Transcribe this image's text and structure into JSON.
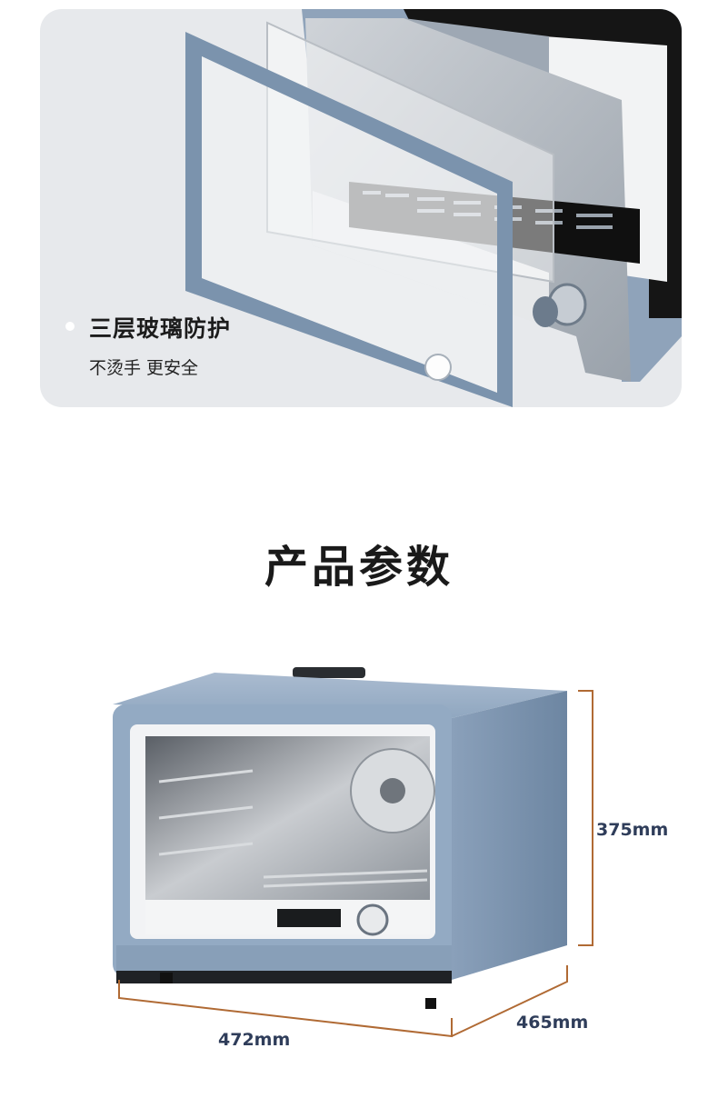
{
  "feature": {
    "title": "三层玻璃防护",
    "subtitle": "不烫手 更安全"
  },
  "specs": {
    "section_title": "产品参数",
    "height": "375mm",
    "width": "472mm",
    "depth": "465mm"
  },
  "colors": {
    "oven_body": "#8ea5bf",
    "dimension_line": "#b06a34",
    "dimension_text": "#2f3d5a",
    "card_bg": "#e7e9ec"
  },
  "icons": [
    "dimension-line-height",
    "dimension-line-width",
    "dimension-line-depth"
  ]
}
